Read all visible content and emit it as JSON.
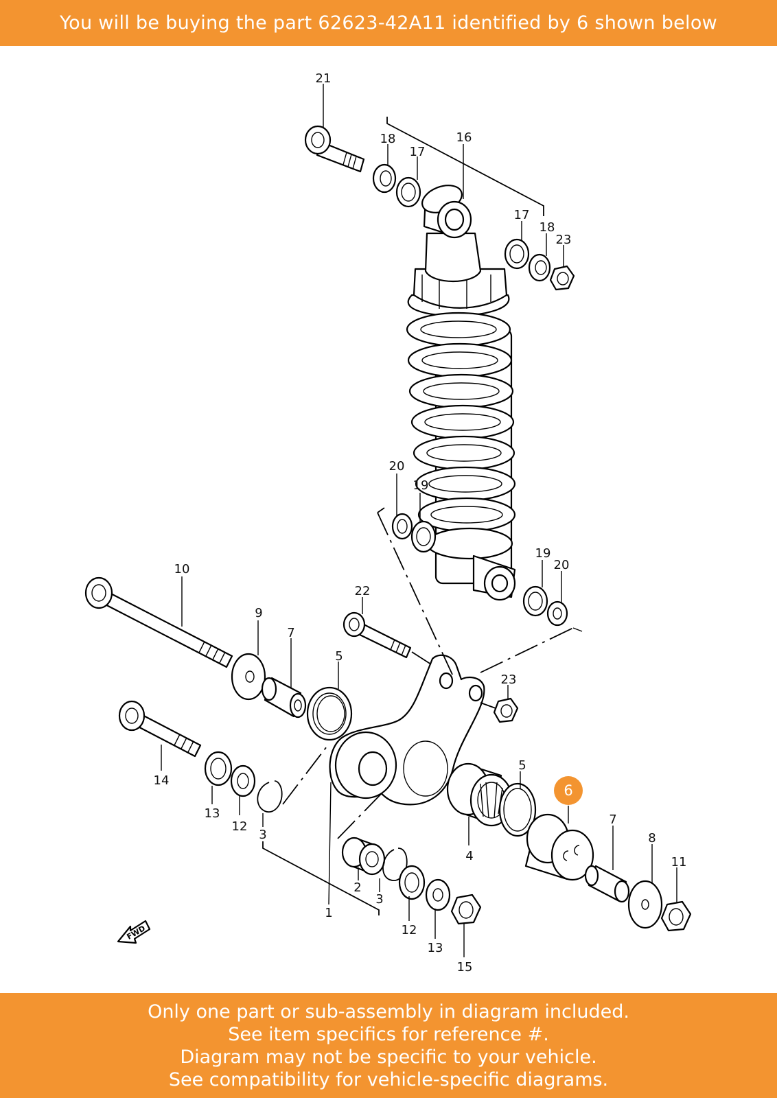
{
  "banner": {
    "top_text": "You will be buying the part 62623-42A11 identified by 6 shown below",
    "bottom_lines": [
      "Only one part or sub-assembly in diagram included.",
      "See item specifics for reference #.",
      "Diagram may not be specific to your vehicle.",
      "See compatibility for vehicle-specific diagrams."
    ]
  },
  "colors": {
    "banner": "#f39430",
    "highlight": "#f39430",
    "line": "#000000"
  },
  "highlight_ref": "6",
  "callouts": {
    "c21": "21",
    "c18a": "18",
    "c17a": "17",
    "c16": "16",
    "c17b": "17",
    "c18b": "18",
    "c23a": "23",
    "c20a": "20",
    "c19a": "19",
    "c19b": "19",
    "c20b": "20",
    "c10": "10",
    "c22": "22",
    "c9": "9",
    "c7a": "7",
    "c5a": "5",
    "c23b": "23",
    "c14": "14",
    "c13a": "13",
    "c12a": "12",
    "c3a": "3",
    "c5b": "5",
    "c6": "6",
    "c7b": "7",
    "c4": "4",
    "c8": "8",
    "c11": "11",
    "c2": "2",
    "c3b": "3",
    "c1": "1",
    "c12b": "12",
    "c13b": "13",
    "c15": "15"
  },
  "fwd_label": "FWD"
}
